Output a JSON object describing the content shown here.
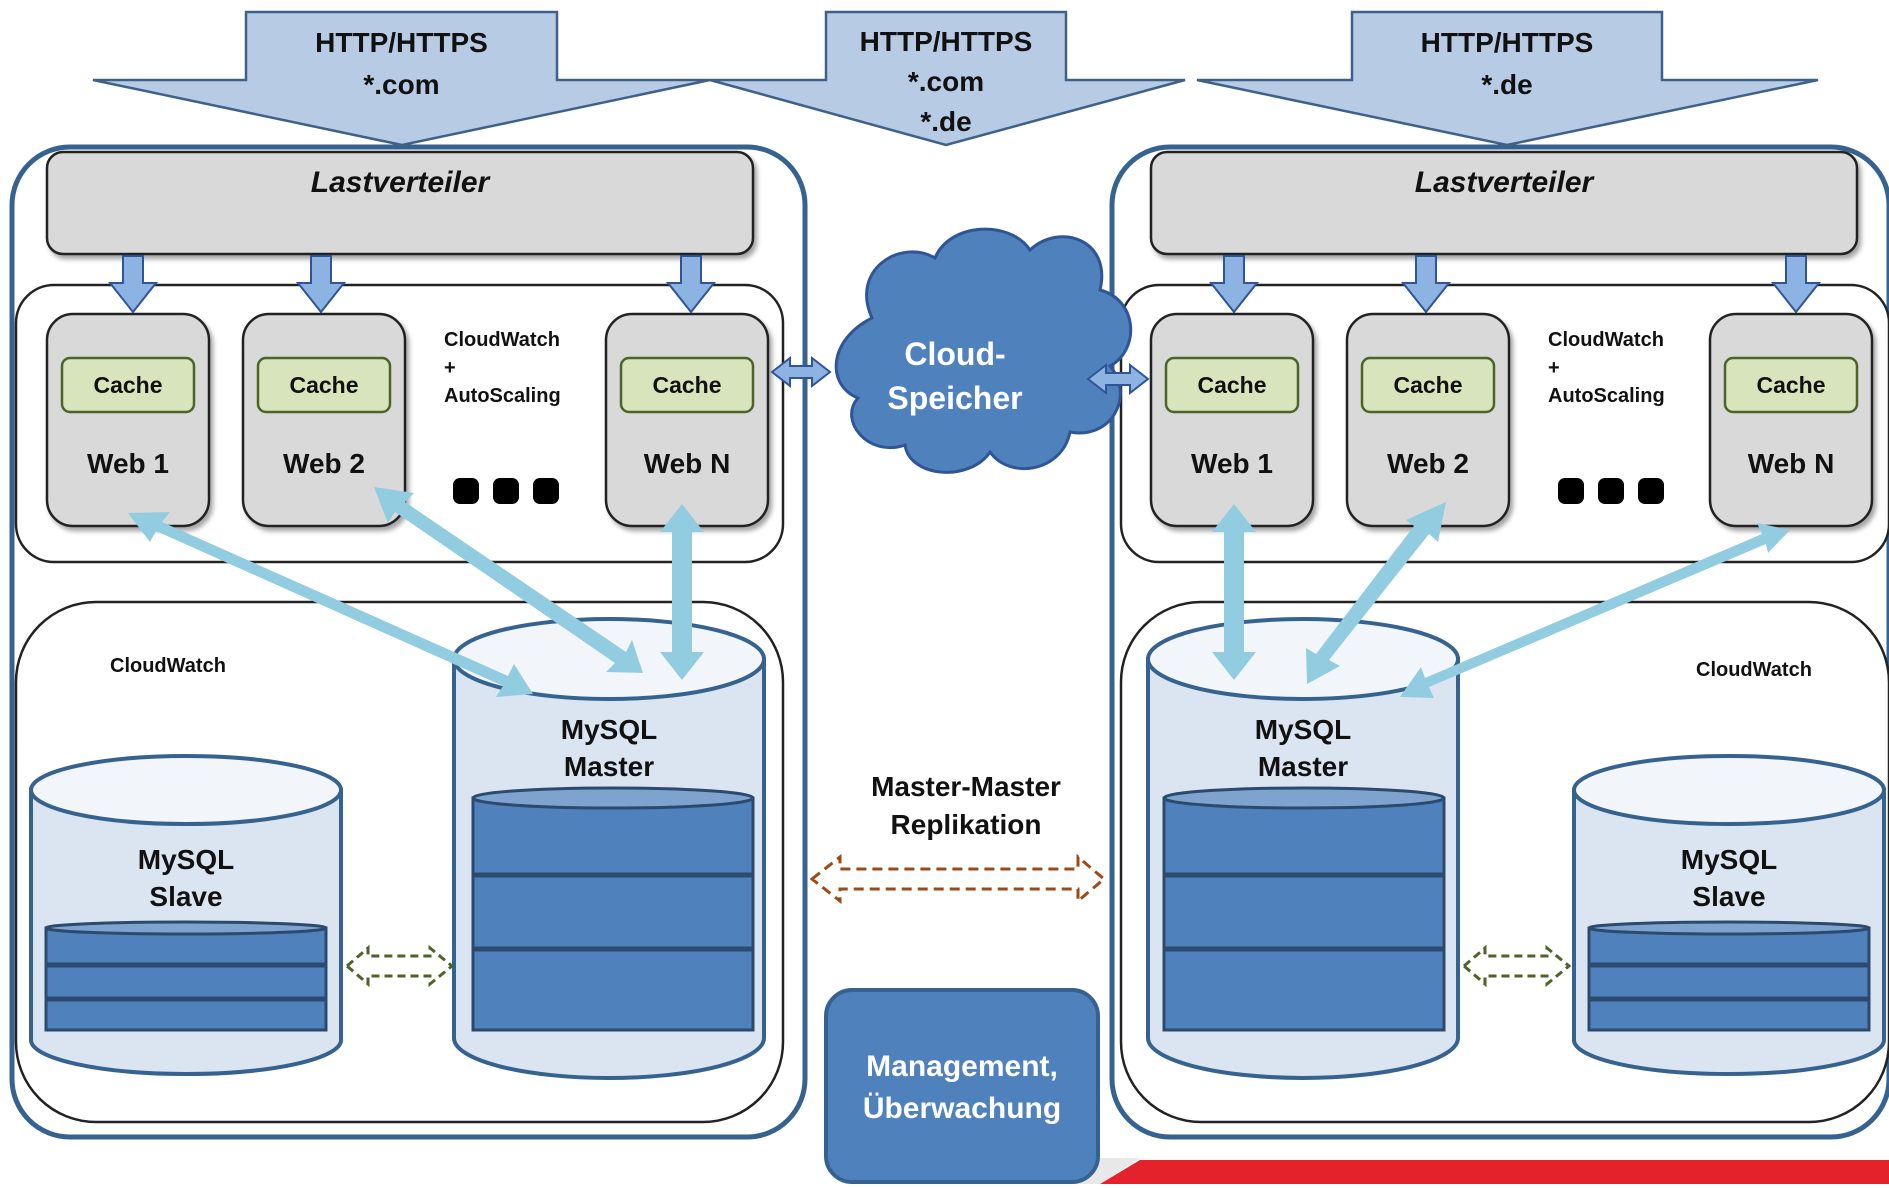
{
  "ingress": {
    "left": {
      "line1": "HTTP/HTTPS",
      "line2": "*.com"
    },
    "center": {
      "line1": "HTTP/HTTPS",
      "line2": "*.com",
      "line3": "*.de"
    },
    "right": {
      "line1": "HTTP/HTTPS",
      "line2": "*.de"
    }
  },
  "cloud": {
    "line1": "Cloud-",
    "line2": "Speicher"
  },
  "regions": [
    {
      "load_balancer": "Lastverteiler",
      "webs": [
        {
          "cache": "Cache",
          "name": "Web 1"
        },
        {
          "cache": "Cache",
          "name": "Web 2"
        },
        {
          "cache": "Cache",
          "name": "Web N"
        }
      ],
      "scaling": {
        "line1": "CloudWatch",
        "line2": "+",
        "line3": "AutoScaling"
      },
      "db_monitor": "CloudWatch",
      "master": {
        "line1": "MySQL",
        "line2": "Master"
      },
      "slave": {
        "line1": "MySQL",
        "line2": "Slave"
      }
    },
    {
      "load_balancer": "Lastverteiler",
      "webs": [
        {
          "cache": "Cache",
          "name": "Web 1"
        },
        {
          "cache": "Cache",
          "name": "Web 2"
        },
        {
          "cache": "Cache",
          "name": "Web N"
        }
      ],
      "scaling": {
        "line1": "CloudWatch",
        "line2": "+",
        "line3": "AutoScaling"
      },
      "db_monitor": "CloudWatch",
      "master": {
        "line1": "MySQL",
        "line2": "Master"
      },
      "slave": {
        "line1": "MySQL",
        "line2": "Slave"
      }
    }
  ],
  "replication": {
    "line1": "Master-Master",
    "line2": "Replikation"
  },
  "management": {
    "line1": "Management,",
    "line2": "Überwachung"
  },
  "colors": {
    "outline": "#35628f",
    "band_fill": "#c6d7ec",
    "cloud_fill": "#4f82bd",
    "db_fill": "#dbe5f1",
    "disk_fill": "#4f81bd",
    "connector": "#91cce0",
    "cache_fill": "#d7e4bc",
    "gray_box": "#d9d9d9",
    "replication_arrow": "#9c4a16",
    "slave_arrow": "#4f6228",
    "footer_red": "#e4222b"
  }
}
